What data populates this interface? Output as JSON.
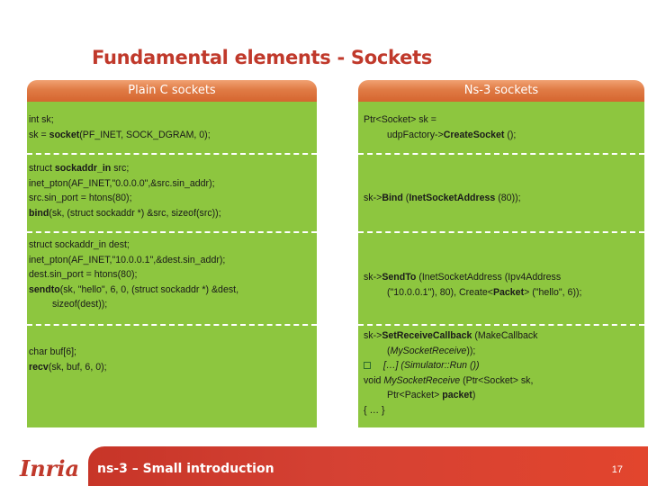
{
  "slide": {
    "title": "Fundamental elements - Sockets",
    "page_number": "17",
    "footer_text": "ns-3 – Small introduction",
    "logo_text": "Inria"
  },
  "left": {
    "header": "Plain C sockets",
    "blocks": [
      [
        [
          {
            "t": "int sk;"
          }
        ],
        [
          {
            "t": "sk = "
          },
          {
            "t": "socket",
            "b": true
          },
          {
            "t": "(PF_INET, SOCK_DGRAM, 0);"
          }
        ]
      ],
      [
        [
          {
            "t": "struct "
          },
          {
            "t": "sockaddr_in",
            "b": true
          },
          {
            "t": " src;"
          }
        ],
        [
          {
            "t": "inet_pton(AF_INET,\"0.0.0.0\",&src.sin_addr);"
          }
        ],
        [
          {
            "t": "src.sin_port = htons(80);"
          }
        ],
        [
          {
            "t": "bind",
            "b": true
          },
          {
            "t": "(sk, (struct sockaddr *) &src, sizeof(src));"
          }
        ]
      ],
      [
        [
          {
            "t": "struct sockaddr_in dest;"
          }
        ],
        [
          {
            "t": "inet_pton(AF_INET,\"10.0.0.1\",&dest.sin_addr);"
          }
        ],
        [
          {
            "t": "dest.sin_port = htons(80);"
          }
        ],
        [
          {
            "t": "sendto",
            "b": true
          },
          {
            "t": "(sk, \"hello\", 6, 0, (struct sockaddr *) &dest,"
          }
        ],
        [
          {
            "t": "sizeof(dest));",
            "ind": true
          }
        ]
      ],
      [
        [
          {
            "t": "char buf[6];"
          }
        ],
        [
          {
            "t": "recv",
            "b": true
          },
          {
            "t": "(sk, buf, 6, 0);"
          }
        ]
      ]
    ]
  },
  "right": {
    "header": "Ns-3 sockets",
    "blocks": [
      [
        [
          {
            "t": "Ptr<Socket> sk ="
          }
        ],
        [
          {
            "t": "udpFactory->",
            "ind": true
          },
          {
            "t": "CreateSocket",
            "b": true
          },
          {
            "t": " ();"
          }
        ]
      ],
      [
        [
          {
            "t": "sk->"
          },
          {
            "t": "Bind",
            "b": true
          },
          {
            "t": " ("
          },
          {
            "t": "InetSocketAddress",
            "b": true
          },
          {
            "t": " (80));"
          }
        ]
      ],
      [
        [
          {
            "t": "sk->"
          },
          {
            "t": "SendTo",
            "b": true
          },
          {
            "t": " (InetSocketAddress (Ipv4Address"
          }
        ],
        [
          {
            "t": "(\"10.0.0.1\"), 80), Create<",
            "ind": true
          },
          {
            "t": "Packet",
            "b": true
          },
          {
            "t": "> (\"hello\", 6));"
          }
        ]
      ],
      [
        [
          {
            "t": "sk->"
          },
          {
            "t": "SetReceiveCallback",
            "b": true
          },
          {
            "t": " (MakeCallback"
          }
        ],
        [
          {
            "t": "(",
            "ind": true
          },
          {
            "t": "MySocketReceive",
            "i": true
          },
          {
            "t": "));"
          }
        ],
        [
          {
            "t": "[…] (Simulator::Run ())",
            "i": true,
            "chk": true
          }
        ],
        [
          {
            "t": "void "
          },
          {
            "t": "MySocketReceive",
            "i": true
          },
          {
            "t": " (Ptr<Socket> sk,"
          }
        ],
        [
          {
            "t": "Ptr<Packet> ",
            "ind": true
          },
          {
            "t": "packet",
            "b": true
          },
          {
            "t": ")"
          }
        ],
        [
          {
            "t": "{ … }"
          }
        ]
      ]
    ]
  }
}
